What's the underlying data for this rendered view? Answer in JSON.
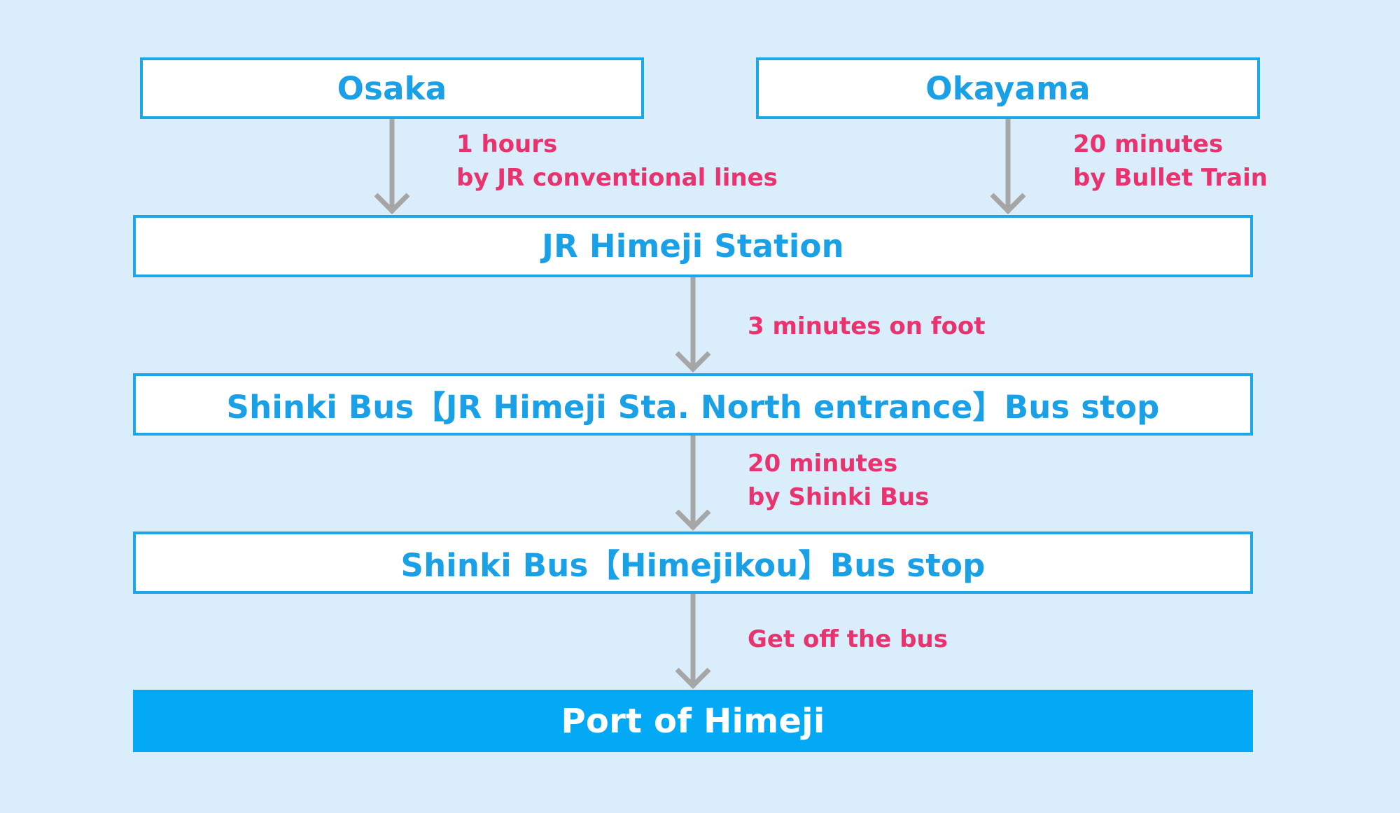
{
  "nodes": {
    "osaka": "Osaka",
    "okayama": "Okayama",
    "himeji_station": "JR Himeji Station",
    "north_entrance_stop": "Shinki Bus【JR Himeji Sta. North entrance】Bus stop",
    "himejikou_stop": "Shinki Bus【Himejikou】Bus stop",
    "port": "Port of Himeji"
  },
  "routes": {
    "osaka_to_station": {
      "duration": "1 hours",
      "mode": "by JR conventional lines"
    },
    "okayama_to_station": {
      "duration": "20 minutes",
      "mode": "by Bullet Train"
    },
    "station_to_stop": {
      "duration": "3 minutes on foot"
    },
    "stop_to_himejikou": {
      "duration": "20 minutes",
      "mode": "by Shinki Bus"
    },
    "himejikou_to_port": {
      "duration": "Get off the bus"
    }
  },
  "colors": {
    "background": "#d9edfa",
    "box_border": "#1ea7e8",
    "box_text": "#1aa0e6",
    "accent_text": "#e8336f",
    "arrow": "#a6a6a6",
    "final_box": "#03a9f4"
  }
}
